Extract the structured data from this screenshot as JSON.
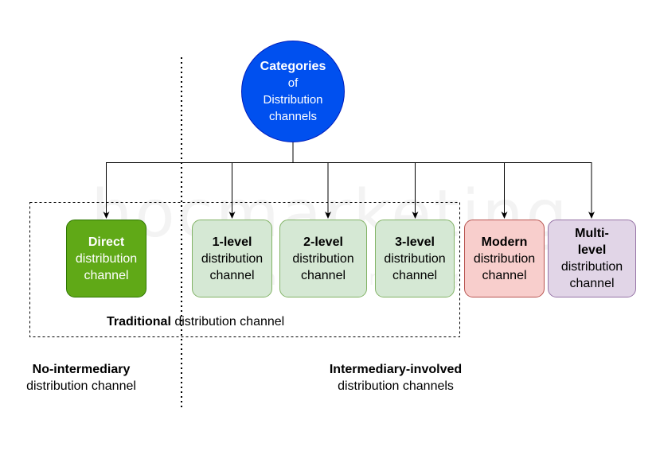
{
  "watermark": {
    "main": "hocmarketing",
    "sub": "hocmarketing.org"
  },
  "root": {
    "line1": "Categories",
    "line2": "of",
    "line3": "Distribution",
    "line4": "channels"
  },
  "channels": {
    "direct": {
      "bold": "Direct",
      "rest1": "distribution",
      "rest2": "channel"
    },
    "level1": {
      "bold": "1-level",
      "rest1": "distribution",
      "rest2": "channel"
    },
    "level2": {
      "bold": "2-level",
      "rest1": "distribution",
      "rest2": "channel"
    },
    "level3": {
      "bold": "3-level",
      "rest1": "distribution",
      "rest2": "channel"
    },
    "modern": {
      "bold": "Modern",
      "rest1": "distribution",
      "rest2": "channel"
    },
    "multi": {
      "bold1": "Multi-",
      "bold2": "level",
      "rest1": "distribution",
      "rest2": "channel"
    }
  },
  "traditional": {
    "bold": "Traditional",
    "rest": " distribution channel"
  },
  "captions": {
    "left": {
      "bold": "No-intermediary",
      "rest": "distribution channel"
    },
    "right": {
      "bold": "Intermediary-involved",
      "rest": "distribution channels"
    }
  },
  "colors": {
    "root_fill": "#0050ef",
    "direct_fill": "#60a917",
    "traditional_fill": "#d5e8d4",
    "modern_fill": "#f8cecc",
    "multi_fill": "#e1d5e7"
  }
}
